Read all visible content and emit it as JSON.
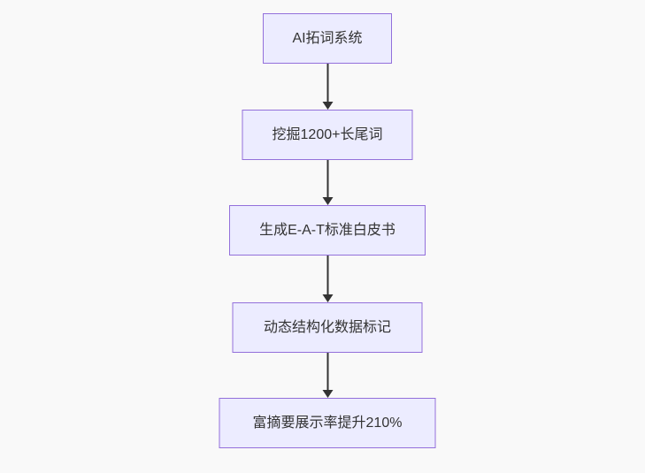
{
  "diagram": {
    "type": "flowchart",
    "direction": "top-down",
    "nodes": [
      {
        "id": "n1",
        "label": "AI拓词系统"
      },
      {
        "id": "n2",
        "label": "挖掘1200+长尾词"
      },
      {
        "id": "n3",
        "label": "生成E-A-T标准白皮书"
      },
      {
        "id": "n4",
        "label": "动态结构化数据标记"
      },
      {
        "id": "n5",
        "label": "富摘要展示率提升210%"
      }
    ],
    "edges": [
      {
        "from": "n1",
        "to": "n2"
      },
      {
        "from": "n2",
        "to": "n3"
      },
      {
        "from": "n3",
        "to": "n4"
      },
      {
        "from": "n4",
        "to": "n5"
      }
    ],
    "colors": {
      "background": "#f9f9f9",
      "node_fill": "#ECECFF",
      "node_border": "#9370DB",
      "arrow": "#333333",
      "text": "#333333"
    }
  }
}
